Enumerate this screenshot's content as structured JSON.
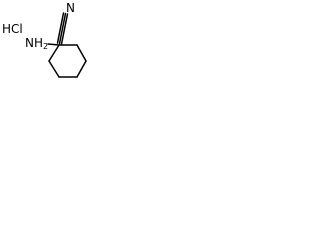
{
  "structure": {
    "salt_label": "HCl",
    "amine_label": "NH",
    "amine_subscript": "2",
    "nitrile_atom": "N",
    "bond_color": "#000000",
    "text_color": "#000000",
    "background": "#ffffff"
  }
}
